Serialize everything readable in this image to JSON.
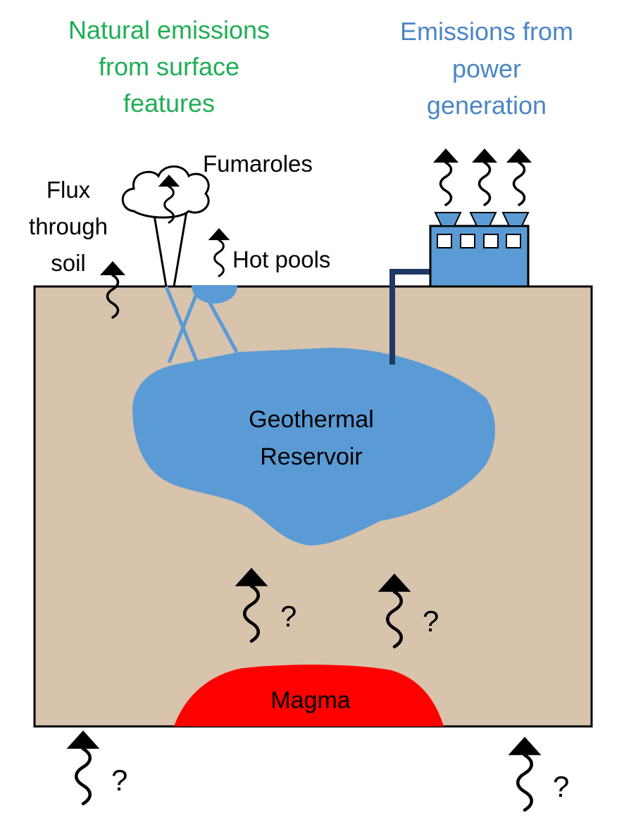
{
  "headings": {
    "natural": [
      "Natural emissions",
      "from surface",
      "features"
    ],
    "power": [
      "Emissions from",
      "power",
      "generation"
    ]
  },
  "labels": {
    "fumaroles": "Fumaroles",
    "flux": [
      "Flux",
      "through",
      "soil"
    ],
    "hot_pools": "Hot pools",
    "reservoir": [
      "Geothermal",
      "Reservoir"
    ],
    "magma": "Magma",
    "unknown_mark": "?"
  },
  "colors": {
    "natural_heading": "#1fae55",
    "power_heading": "#4a86c5",
    "ground": "#d8c3ad",
    "reservoir": "#5b9bd5",
    "magma": "#ff0000",
    "pipe": "#1f3864",
    "arrow": "#000000"
  }
}
